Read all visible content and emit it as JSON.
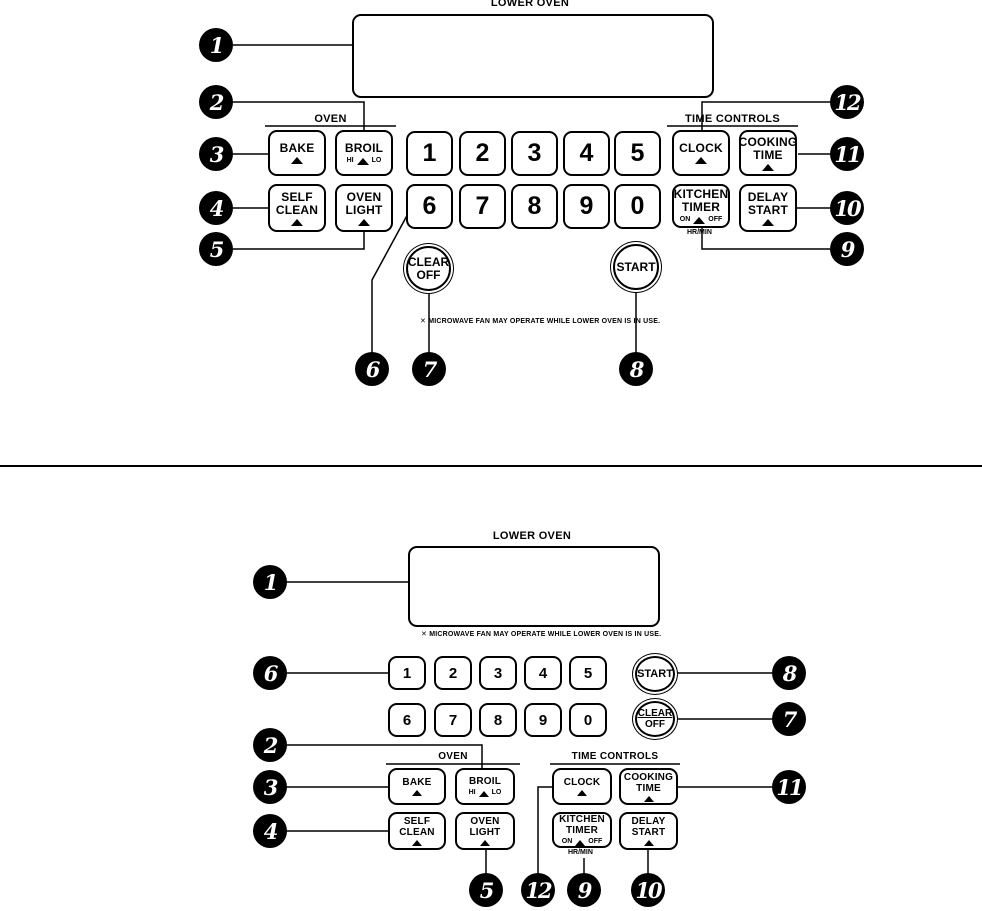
{
  "top": {
    "title": "LOWER OVEN",
    "oven_header": "OVEN",
    "time_controls_header": "TIME CONTROLS",
    "bake": "BAKE",
    "broil": "BROIL",
    "broil_hi": "HI",
    "broil_lo": "LO",
    "self_clean": [
      "SELF",
      "CLEAN"
    ],
    "oven_light": [
      "OVEN",
      "LIGHT"
    ],
    "digits_row1": [
      "1",
      "2",
      "3",
      "4",
      "5"
    ],
    "digits_row2": [
      "6",
      "7",
      "8",
      "9",
      "0"
    ],
    "clock": "CLOCK",
    "cooking_time": [
      "COOKING",
      "TIME"
    ],
    "kitchen_timer": [
      "KITCHEN",
      "TIMER"
    ],
    "timer_on": "ON",
    "timer_off": "OFF",
    "timer_hrmin": "HR/MIN",
    "delay_start": [
      "DELAY",
      "START"
    ],
    "clear_off": [
      "CLEAR",
      "OFF"
    ],
    "start": "START",
    "fan_note": "✕ MICROWAVE FAN MAY OPERATE WHILE LOWER OVEN IS IN USE."
  },
  "bottom": {
    "title": "LOWER OVEN",
    "oven_header": "OVEN",
    "time_controls_header": "TIME CONTROLS",
    "bake": "BAKE",
    "broil": "BROIL",
    "broil_hi": "HI",
    "broil_lo": "LO",
    "self_clean": [
      "SELF",
      "CLEAN"
    ],
    "oven_light": [
      "OVEN",
      "LIGHT"
    ],
    "digits_row1": [
      "1",
      "2",
      "3",
      "4",
      "5"
    ],
    "digits_row2": [
      "6",
      "7",
      "8",
      "9",
      "0"
    ],
    "clock": "CLOCK",
    "cooking_time": [
      "COOKING",
      "TIME"
    ],
    "kitchen_timer": [
      "KITCHEN",
      "TIMER"
    ],
    "timer_on": "ON",
    "timer_off": "OFF",
    "timer_hrmin": "HR/MIN",
    "delay_start": [
      "DELAY",
      "START"
    ],
    "clear_off": [
      "CLEAR",
      "OFF"
    ],
    "start": "START",
    "fan_note": "✕ MICROWAVE FAN MAY OPERATE WHILE LOWER OVEN IS IN USE."
  },
  "callouts": [
    "1",
    "2",
    "3",
    "4",
    "5",
    "6",
    "7",
    "8",
    "9",
    "10",
    "11",
    "12"
  ]
}
